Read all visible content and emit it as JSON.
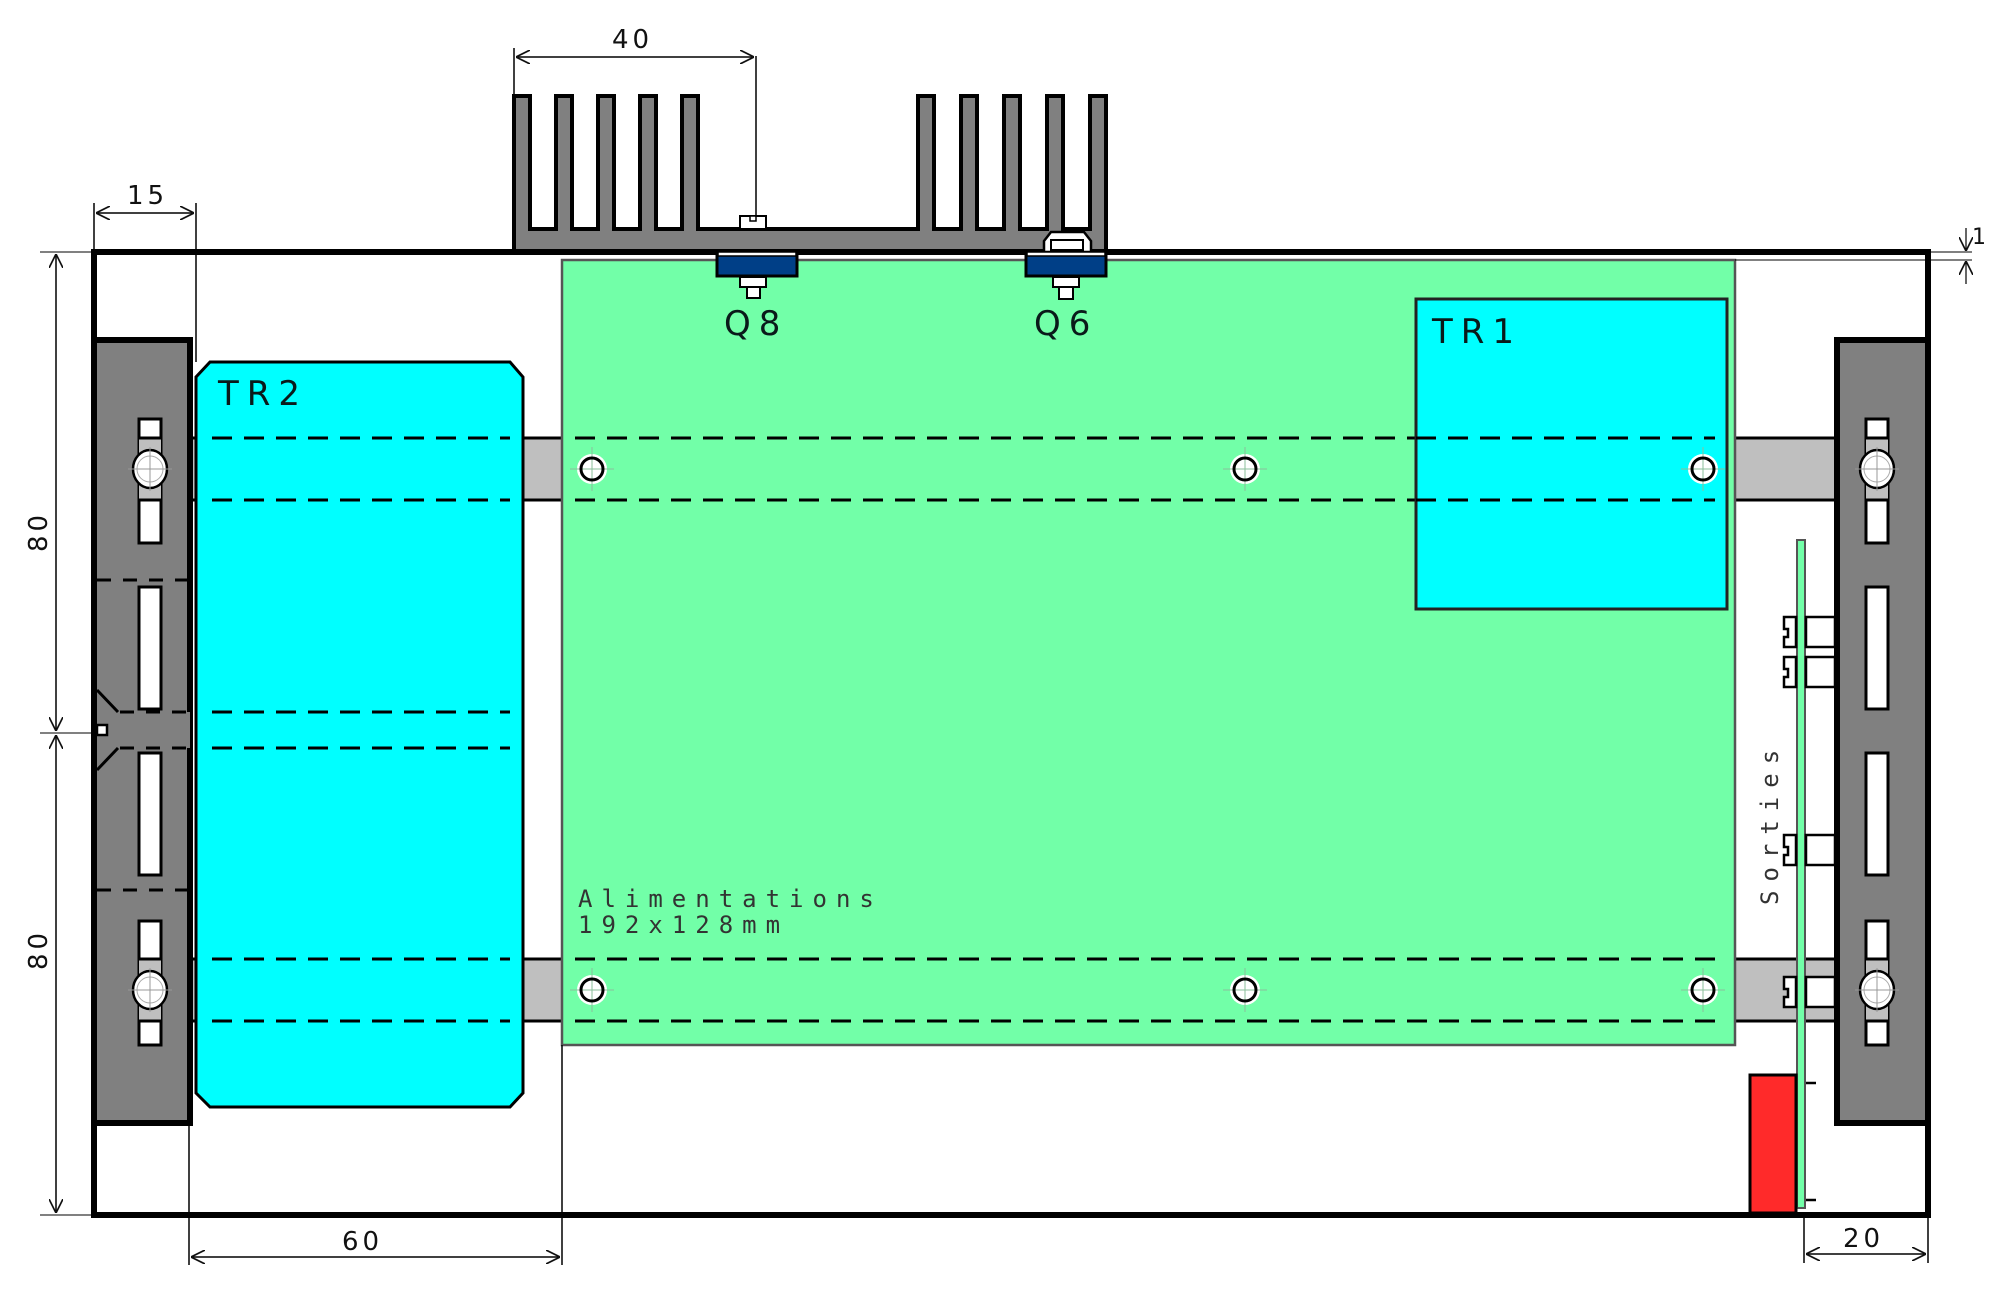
{
  "drawing": {
    "colors": {
      "frame": "#000000",
      "panel": "#808080",
      "bar": "#bfbfbf",
      "transformer": "#00ffff",
      "pcb": "#72ffa8",
      "transistor_pad": "#003f87",
      "connector_block": "#ff2a2a",
      "heatsink": "#808080"
    },
    "dimensions": {
      "heatsink_offset": "40",
      "left_panel_width": "15",
      "frame_gap": "1",
      "height_upper": "80",
      "height_lower": "80",
      "tr2_to_pcb": "60",
      "right_clearance": "20"
    },
    "components": {
      "tr2": "TR2",
      "tr1": "TR1",
      "q8": "Q8",
      "q6": "Q6"
    },
    "pcb": {
      "title": "Alimentations",
      "size": "192x128mm"
    },
    "output_board": {
      "label": "Sorties"
    }
  }
}
